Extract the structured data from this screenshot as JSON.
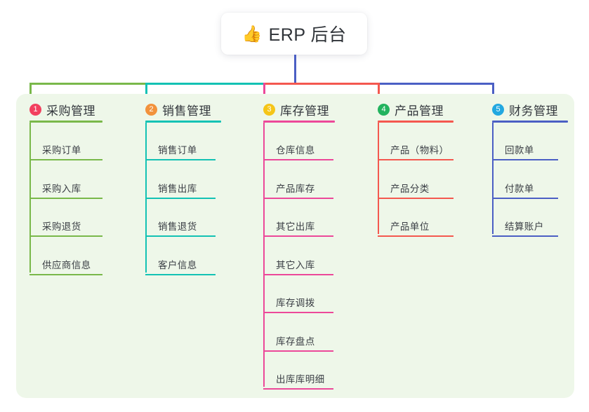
{
  "root": {
    "icon": "thumbs-up-icon",
    "icon_glyph": "👍",
    "label": "ERP 后台"
  },
  "diagram": {
    "type": "tree-mindmap",
    "panel_background": "#eef7e9",
    "root_connector_color": "#4b5fc4"
  },
  "columns": [
    {
      "index": "1",
      "badge_text": "1",
      "badge_color": "#f2405e",
      "color": "#79b84a",
      "title": "采购管理",
      "items": [
        {
          "label": "采购订单"
        },
        {
          "label": "采购入库"
        },
        {
          "label": "采购退货"
        },
        {
          "label": "供应商信息"
        }
      ]
    },
    {
      "index": "2",
      "badge_text": "2",
      "badge_color": "#f2923c",
      "color": "#13c2b4",
      "title": "销售管理",
      "items": [
        {
          "label": "销售订单"
        },
        {
          "label": "销售出库"
        },
        {
          "label": "销售退货"
        },
        {
          "label": "客户信息"
        }
      ]
    },
    {
      "index": "3",
      "badge_text": "3",
      "badge_color": "#f5c518",
      "color": "#ec4899",
      "title": "库存管理",
      "items": [
        {
          "label": "仓库信息"
        },
        {
          "label": "产品库存"
        },
        {
          "label": "其它出库"
        },
        {
          "label": "其它入库"
        },
        {
          "label": "库存调拨"
        },
        {
          "label": "库存盘点"
        },
        {
          "label": "出库库明细"
        }
      ]
    },
    {
      "index": "4",
      "badge_text": "4",
      "badge_color": "#22b35e",
      "color": "#f4584f",
      "title": "产品管理",
      "items": [
        {
          "label": "产品（物料）"
        },
        {
          "label": "产品分类"
        },
        {
          "label": "产品单位"
        }
      ]
    },
    {
      "index": "5",
      "badge_text": "5",
      "badge_color": "#22a8e0",
      "color": "#4b5fc4",
      "title": "财务管理",
      "items": [
        {
          "label": "回款单"
        },
        {
          "label": "付款单"
        },
        {
          "label": "结算账户"
        }
      ]
    }
  ]
}
